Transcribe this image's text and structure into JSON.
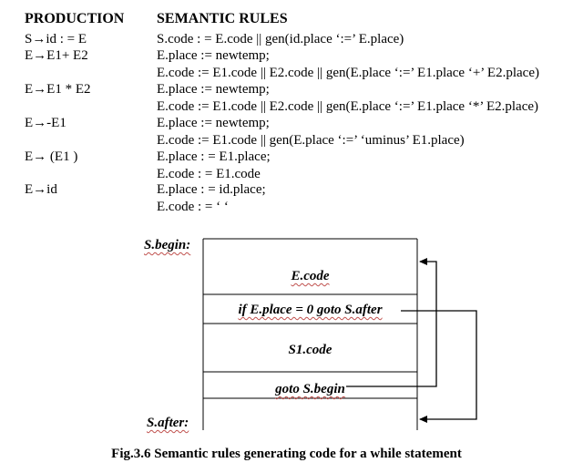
{
  "header": {
    "production": "PRODUCTION",
    "semantic_rules": "SEMANTIC RULES"
  },
  "rows": [
    {
      "production": "S→id : = E",
      "rules": [
        "S.code : = E.code || gen(id.place ‘:=’ E.place)"
      ]
    },
    {
      "production": "E→E1+ E2",
      "rules": [
        "E.place := newtemp;",
        "E.code := E1.code || E2.code || gen(E.place ‘:=’ E1.place ‘+’ E2.place)"
      ]
    },
    {
      "production": "E→E1 * E2",
      "rules": [
        "E.place := newtemp;",
        "E.code := E1.code || E2.code || gen(E.place ‘:=’ E1.place ‘*’ E2.place)"
      ]
    },
    {
      "production": "E→-E1",
      "rules": [
        "E.place := newtemp;",
        "E.code := E1.code || gen(E.place ‘:=’ ‘uminus’ E1.place)"
      ]
    },
    {
      "production": "E→ (E1 )",
      "rules": [
        "E.place : = E1.place;",
        "E.code : = E1.code"
      ]
    },
    {
      "production": "E→id",
      "rules": [
        "E.place : = id.place;",
        "E.code : = ‘ ‘"
      ]
    }
  ],
  "diagram": {
    "s_begin_label": "S.begin:",
    "s_after_label": "S.after:",
    "boxes": [
      "E.code",
      "if E.place = 0 goto S.after",
      "S1.code",
      "goto S.begin"
    ]
  },
  "caption": "Fig.3.6 Semantic rules generating code for a while statement"
}
